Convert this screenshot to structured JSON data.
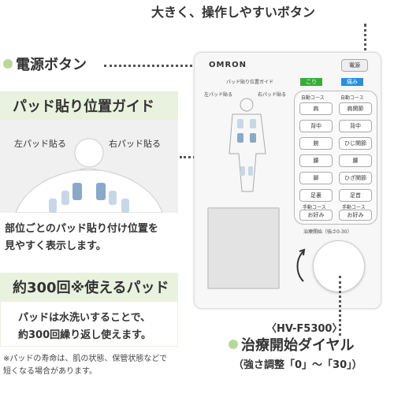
{
  "callouts": {
    "easy_button": "大きく、操作しやすいボタン",
    "power_button": "電源ボタン",
    "dial_title": "治療開始ダイヤル",
    "dial_sub": "（強さ調整「0」〜「30」）",
    "model": "〈HV-F5300〉"
  },
  "guide_section": {
    "header": "パッド貼り位置ガイド",
    "left_label": "左パッド貼る",
    "right_label": "右パッド貼る",
    "caption_line1": "部位ごとのパッド貼り付け位置を",
    "caption_line2": "見やすく表示します。"
  },
  "pad_section": {
    "header": "約300回※使えるパッド",
    "line1": "パッドは水洗いすることで、",
    "line2": "約300回繰り返し使えます。"
  },
  "footnote": {
    "line1": "※パッドの寿命は、肌の状態、保管状態などで",
    "line2": "短くなる場合があります。"
  },
  "device": {
    "brand": "OMRON",
    "power_label": "電源",
    "guide_title": "パッド貼り位置ガイド",
    "left_pad": "左パッド貼る",
    "right_pad": "右パッド貼る",
    "tag_kori": "こり",
    "tag_itami": "痛み",
    "col_left_title": "自動コース",
    "col_right_title": "自動コース",
    "left_buttons": [
      "肩",
      "背中",
      "腕",
      "腰",
      "脚",
      "足裏"
    ],
    "right_buttons": [
      "肩関節",
      "背中",
      "ひじ関節",
      "腰",
      "ひざ関節",
      "足首"
    ],
    "manual_left": "手動コース",
    "manual_right": "手動コース",
    "fav_left": "お好み",
    "fav_right": "お好み",
    "dial_label": "治療開始",
    "dial_range": "（強さ0-30）"
  },
  "colors": {
    "accent_green": "#b9d79c",
    "header_bg": "#e9f2de",
    "tag_green": "#3aaa3a",
    "tag_blue": "#2a8fd6"
  }
}
